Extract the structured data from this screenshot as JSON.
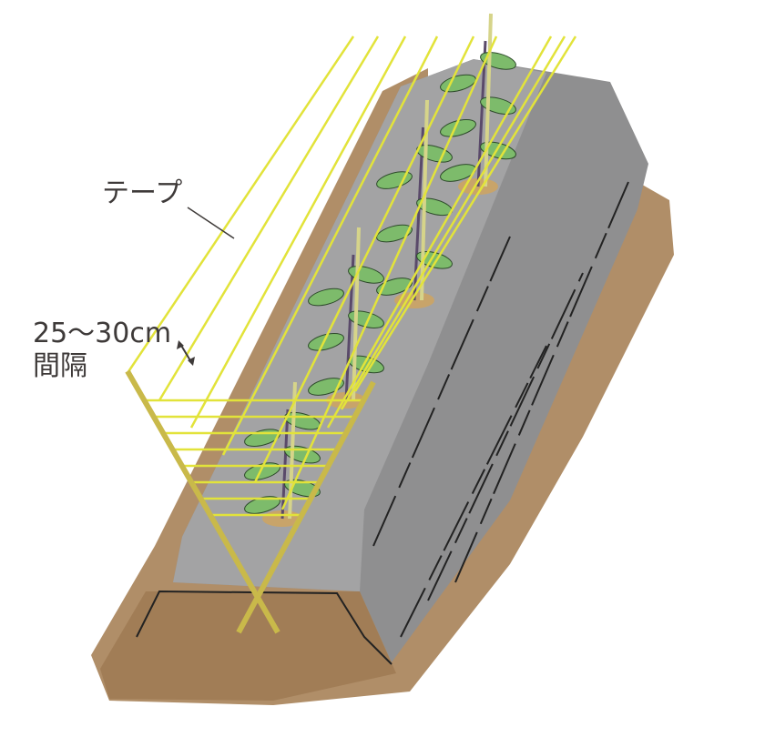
{
  "labels": {
    "tape": "テープ",
    "spacing_value": "25〜30cm",
    "spacing_word": "間隔"
  },
  "colors": {
    "soil": "#b08e68",
    "soil_dark": "#a17d56",
    "mulch": "#8f8f90",
    "mulch_light": "#a3a3a4",
    "tape": "#e2e33a",
    "stake": "#c9b94a",
    "leaf": "#7dbb6b",
    "stem": "#5a4a6a"
  }
}
